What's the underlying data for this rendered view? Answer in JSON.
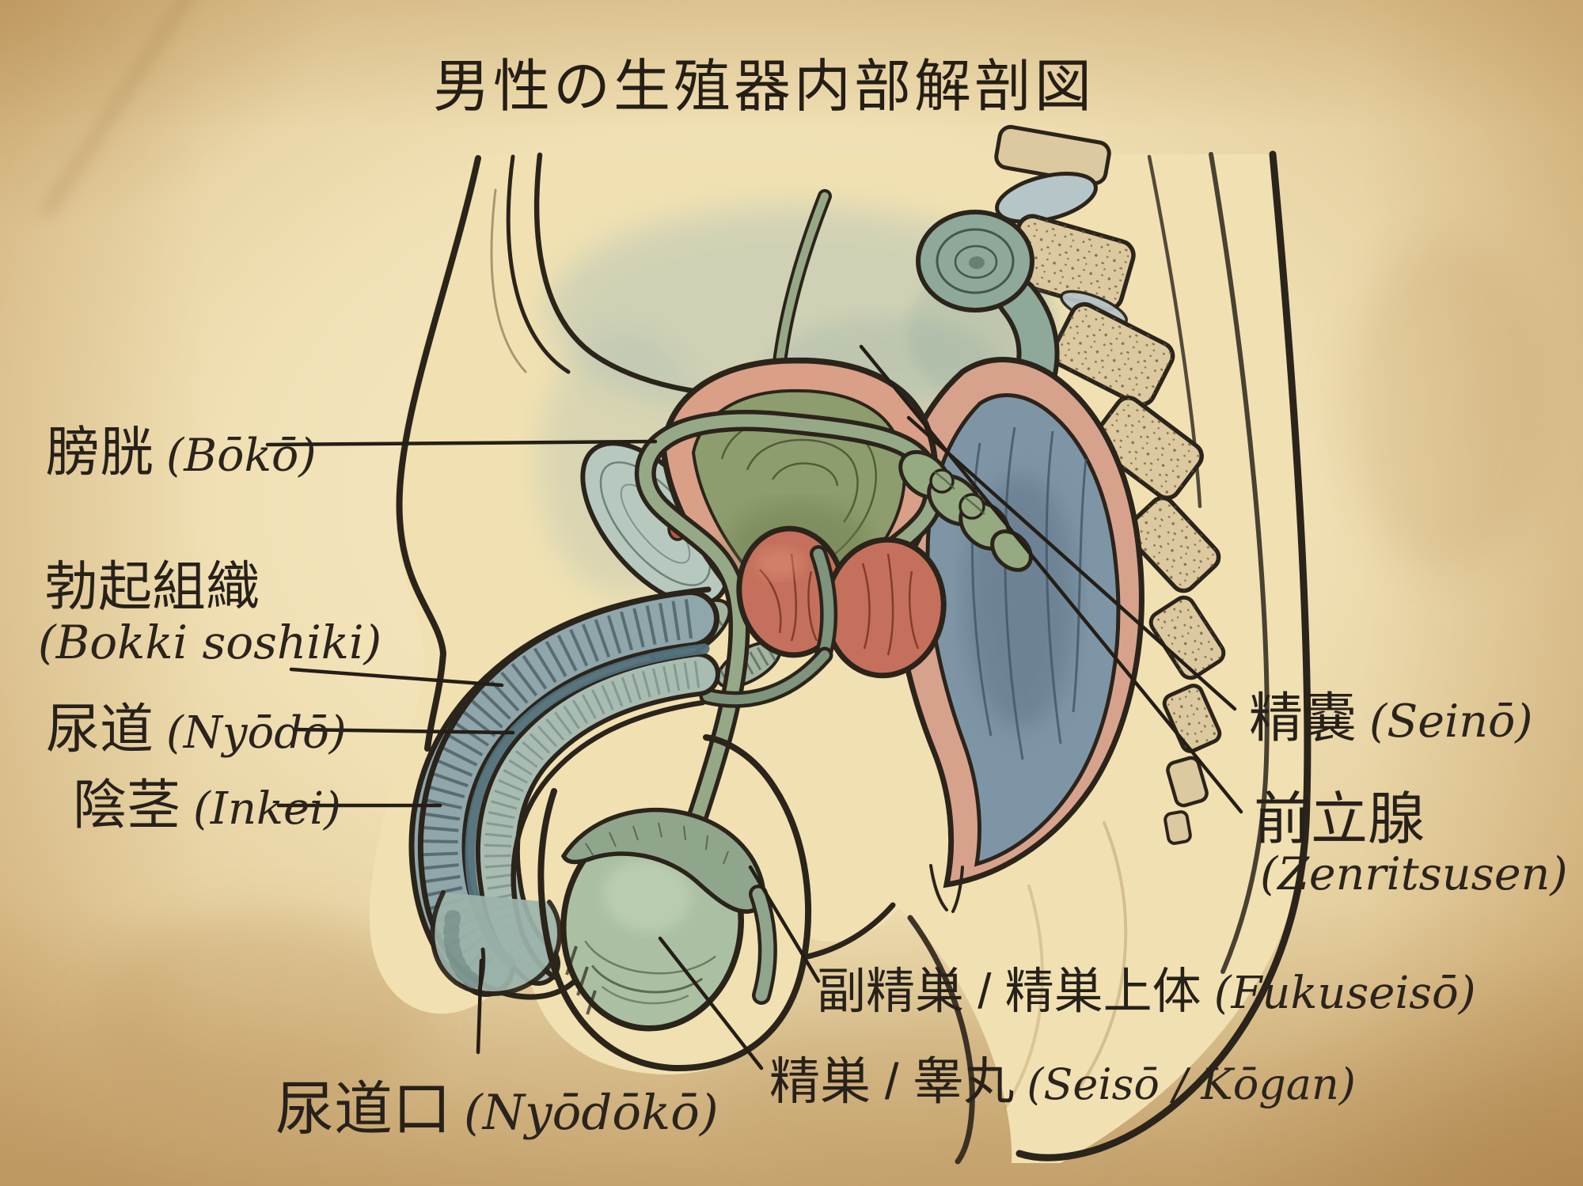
{
  "title": "男性の生殖器内部解剖図",
  "labels": {
    "bladder": {
      "kanji": "膀胱",
      "romaji": "(Bōkō)"
    },
    "erectile_tissue": {
      "kanji": "勃起組織",
      "romaji": "(Bokki soshiki)"
    },
    "urethra": {
      "kanji": "尿道",
      "romaji": "(Nyōdō)"
    },
    "penis": {
      "kanji": "陰茎",
      "romaji": "(Inkei)"
    },
    "seminal_vesicle": {
      "kanji": "精嚢",
      "romaji": "(Seinō)"
    },
    "prostate": {
      "kanji": "前立腺",
      "romaji": "(Zenritsusen)"
    },
    "epididymis": {
      "kanji": "副精巣 / 精巣上体",
      "romaji": "(Fukuseisō)"
    },
    "testis": {
      "kanji": "精巣 / 睾丸",
      "romaji": "(Seisō / Kōgan)"
    },
    "urethral_opening": {
      "kanji": "尿道口",
      "romaji": "(Nyōdōkō)"
    }
  },
  "palette": {
    "paper": "#f0e0b4",
    "paper_edge": "#c9a268",
    "ink": "#2b241b",
    "bladder_wall": "#d9a087",
    "bladder_muscle": "#8d9d6e",
    "prostate": "#c5705c",
    "rectum_canal": "#7e95a6",
    "rectum_wall": "#d7a28c",
    "bone": "#dcc99f",
    "duct_green": "#96a987",
    "testis": "#abc0a3",
    "penis_tissue": "#8fa6ab",
    "pubic_bone": "#b7c9be"
  }
}
